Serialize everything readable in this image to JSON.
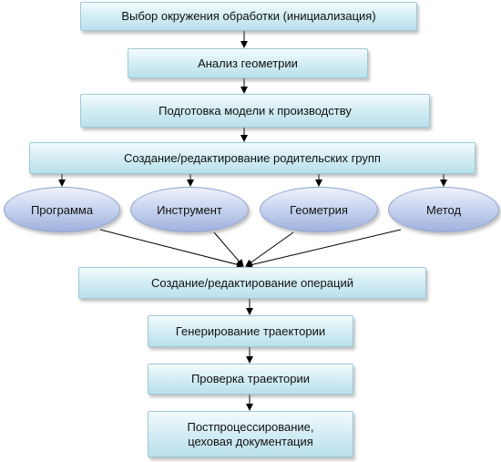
{
  "diagram": {
    "steps": {
      "init": "Выбор окружения обработки (инициализация)",
      "geometry_analysis": "Анализ геометрии",
      "model_prep": "Подготовка модели к производству",
      "parent_groups": "Создание/редактирование родительских групп",
      "operations": "Создание/редактирование операций",
      "path_generation": "Генерирование траектории",
      "path_check": "Проверка траектории",
      "postprocessing": "Постпроцессирование,",
      "postprocessing_line2": "цеховая документация"
    },
    "groups": {
      "program": "Программа",
      "tool": "Инструмент",
      "geometry": "Геометрия",
      "method": "Метод"
    },
    "colors": {
      "box_fill": "#c8e7f0",
      "box_border": "#9ec9d6",
      "oval_fill": "#b4c3e6",
      "oval_border": "#8ea2cf",
      "arrow": "#000000"
    }
  }
}
